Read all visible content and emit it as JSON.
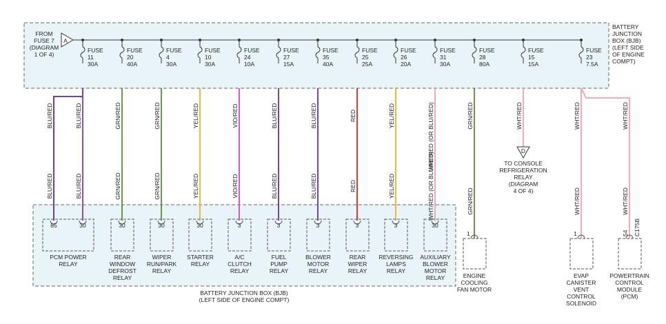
{
  "bjb_top_label": [
    "BATTERY",
    "JUNCTION",
    "BOX (BJB)",
    "(LEFT SIDE",
    "OF ENGINE",
    "COMPT)"
  ],
  "bjb_bottom_label": [
    "BATTERY JUNCTION BOX (BJB)",
    "(LEFT SIDE OF ENGINE COMPT)"
  ],
  "from_label": [
    "FROM",
    "FUSE 7",
    "(DIAGRAM",
    "1 OF 4)"
  ],
  "connector_a": "A",
  "connector_d": "D",
  "fuse_word": "FUSE",
  "fuses": [
    {
      "num": "11",
      "amp": "30A"
    },
    {
      "num": "20",
      "amp": "40A"
    },
    {
      "num": "4",
      "amp": "30A"
    },
    {
      "num": "10",
      "amp": "30A"
    },
    {
      "num": "24",
      "amp": "10A"
    },
    {
      "num": "27",
      "amp": "15A"
    },
    {
      "num": "35",
      "amp": "40A"
    },
    {
      "num": "25",
      "amp": "25A"
    },
    {
      "num": "26",
      "amp": "20A"
    },
    {
      "num": "31",
      "amp": "30A"
    },
    {
      "num": "28",
      "amp": "80A"
    },
    {
      "num": "15",
      "amp": "15A"
    },
    {
      "num": "23",
      "amp": "7.5A"
    }
  ],
  "wires": [
    {
      "top": "BLU/RED",
      "bottom": "BLU/RED",
      "color": "#5b2aa0"
    },
    {
      "top": "BLU/RED",
      "bottom": "BLU/RED",
      "color": "#7a3ac0"
    },
    {
      "top": "GRN/RED",
      "bottom": "GRN/RED",
      "color": "#5a8a30"
    },
    {
      "top": "GRN/RED",
      "bottom": "GRN/RED",
      "color": "#5a8a30"
    },
    {
      "top": "YEL/RED",
      "bottom": "YEL/RED",
      "color": "#f0b020"
    },
    {
      "top": "VIO/RED",
      "bottom": "VIO/RED",
      "color": "#e040c8"
    },
    {
      "top": "BLU/RED",
      "bottom": "BLU/RED",
      "color": "#6030b0"
    },
    {
      "top": "BLU/RED",
      "bottom": "BLU/RED",
      "color": "#6030b0"
    },
    {
      "top": "RED",
      "bottom": "RED",
      "color": "#e02020"
    },
    {
      "top": "YEL/RED",
      "bottom": "YEL/RED",
      "color": "#f0b020"
    },
    {
      "top": "WHT/RED (OR BLU/RED)",
      "bottom": "WHT/RED (OR BLU/RED)",
      "color": "#f0a0b0"
    },
    {
      "top": "GRN/RED",
      "bottom": "GRN/RED",
      "color": "#5a8a30"
    },
    {
      "top": "WHT/RED",
      "bottom": "",
      "color": "#f0a0b0"
    },
    {
      "top": "WHT/RED",
      "bottom": "WHT/RED",
      "color": "#f0a0b0"
    },
    {
      "top": "WHT/RED",
      "bottom": "WHT/RED",
      "color": "#f0a0b0"
    }
  ],
  "relays": [
    {
      "pins": [
        "85",
        "30"
      ],
      "label": [
        "PCM POWER",
        "RELAY"
      ]
    },
    {
      "pins": [
        "30"
      ],
      "label": [
        "REAR",
        "WINDOW",
        "DEFROST",
        "RELAY"
      ]
    },
    {
      "pins": [
        "30"
      ],
      "label": [
        "WIPER",
        "RUN/PARK",
        "RELAY"
      ]
    },
    {
      "pins": [
        "30"
      ],
      "label": [
        "STARTER",
        "RELAY"
      ]
    },
    {
      "pins": [
        "3"
      ],
      "label": [
        "A/C",
        "CLUTCH",
        "RELAY"
      ]
    },
    {
      "pins": [
        "3"
      ],
      "label": [
        "FUEL",
        "PUMP",
        "RELAY"
      ]
    },
    {
      "pins": [
        "3"
      ],
      "label": [
        "BLOWER",
        "MOTOR",
        "RELAY"
      ]
    },
    {
      "pins": [
        "3"
      ],
      "label": [
        "REAR",
        "WIPER",
        "RELAY"
      ]
    },
    {
      "pins": [
        "3"
      ],
      "label": [
        "REVERSING",
        "LAMPS",
        "RELAY"
      ]
    },
    {
      "pins": [
        "30"
      ],
      "label": [
        "AUXILIARY",
        "BLOWER",
        "MOTOR",
        "RELAY"
      ]
    }
  ],
  "console_label": [
    "TO CONSOLE",
    "REFRIGERATION",
    "RELAY",
    "(DIAGRAM",
    "4 OF 4)"
  ],
  "fan_motor": {
    "pin": "1",
    "label": [
      "ENGINE",
      "COOLING",
      "FAN MOTOR"
    ]
  },
  "evap": {
    "pin": "1",
    "label": [
      "EVAP",
      "CANISTER",
      "VENT",
      "CONTROL",
      "SOLENOID"
    ]
  },
  "pcm": {
    "pin": "54",
    "connector": "C175B",
    "label": [
      "POWERTRAIN",
      "CONTROL",
      "MODULE",
      "(PCM)"
    ]
  }
}
